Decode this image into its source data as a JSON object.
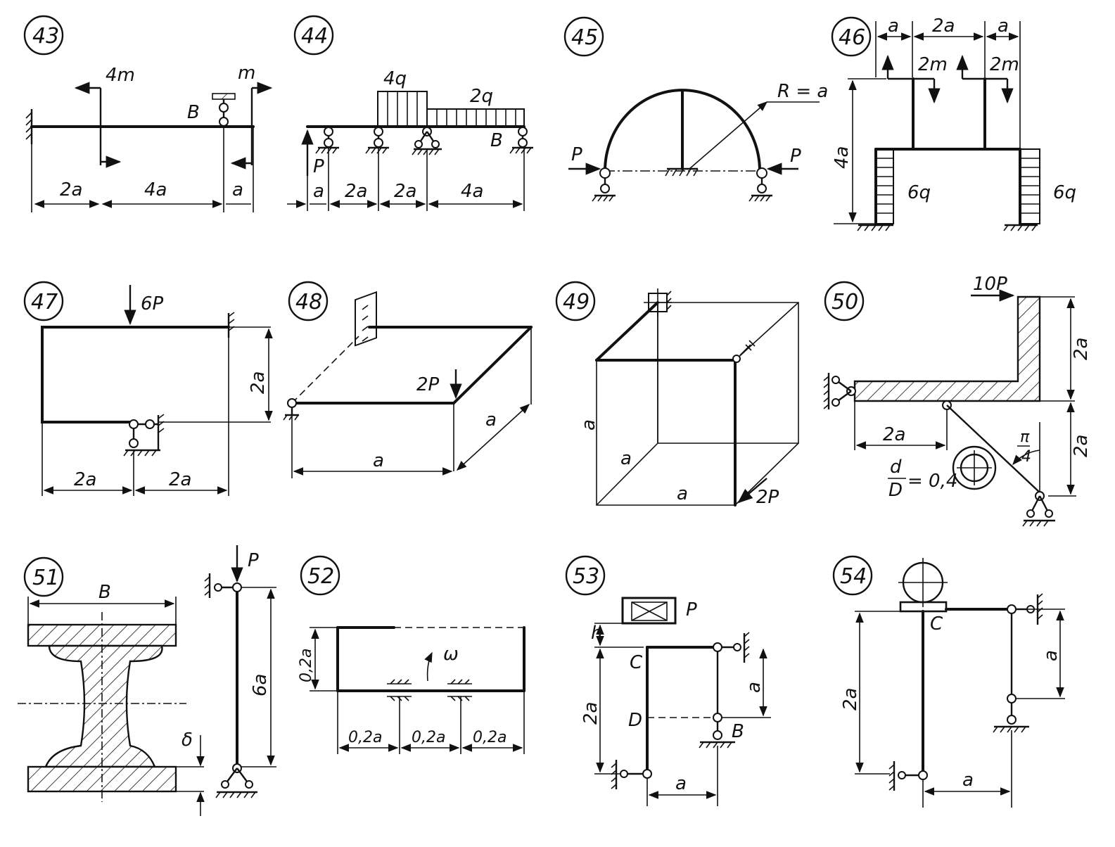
{
  "problems": [
    {
      "number": "43",
      "labels": [
        "4m",
        "m",
        "B",
        "2a",
        "4a",
        "a"
      ]
    },
    {
      "number": "44",
      "labels": [
        "4q",
        "2q",
        "B",
        "P",
        "a",
        "2a",
        "2a",
        "4a"
      ]
    },
    {
      "number": "45",
      "labels": [
        "R = a",
        "P",
        "P"
      ]
    },
    {
      "number": "46",
      "labels": [
        "a",
        "2a",
        "a",
        "2m",
        "2m",
        "4a",
        "6q",
        "6q"
      ]
    },
    {
      "number": "47",
      "labels": [
        "6P",
        "2a",
        "2a",
        "2a"
      ]
    },
    {
      "number": "48",
      "labels": [
        "2P",
        "a",
        "a"
      ]
    },
    {
      "number": "49",
      "labels": [
        "a",
        "a",
        "a",
        "2P"
      ]
    },
    {
      "number": "50",
      "labels": [
        "10P",
        "2a",
        "2a",
        "2a",
        "d",
        "D",
        "= 0,4",
        "π",
        "4"
      ]
    },
    {
      "number": "51",
      "labels": [
        "B",
        "δ",
        "P",
        "6a"
      ]
    },
    {
      "number": "52",
      "labels": [
        "0,2a",
        "ω",
        "0,2a",
        "0,2a",
        "0,2a"
      ]
    },
    {
      "number": "53",
      "labels": [
        "P",
        "h",
        "C",
        "2a",
        "D",
        "B",
        "a",
        "a"
      ]
    },
    {
      "number": "54",
      "labels": [
        "C",
        "2a",
        "a",
        "a"
      ]
    }
  ]
}
